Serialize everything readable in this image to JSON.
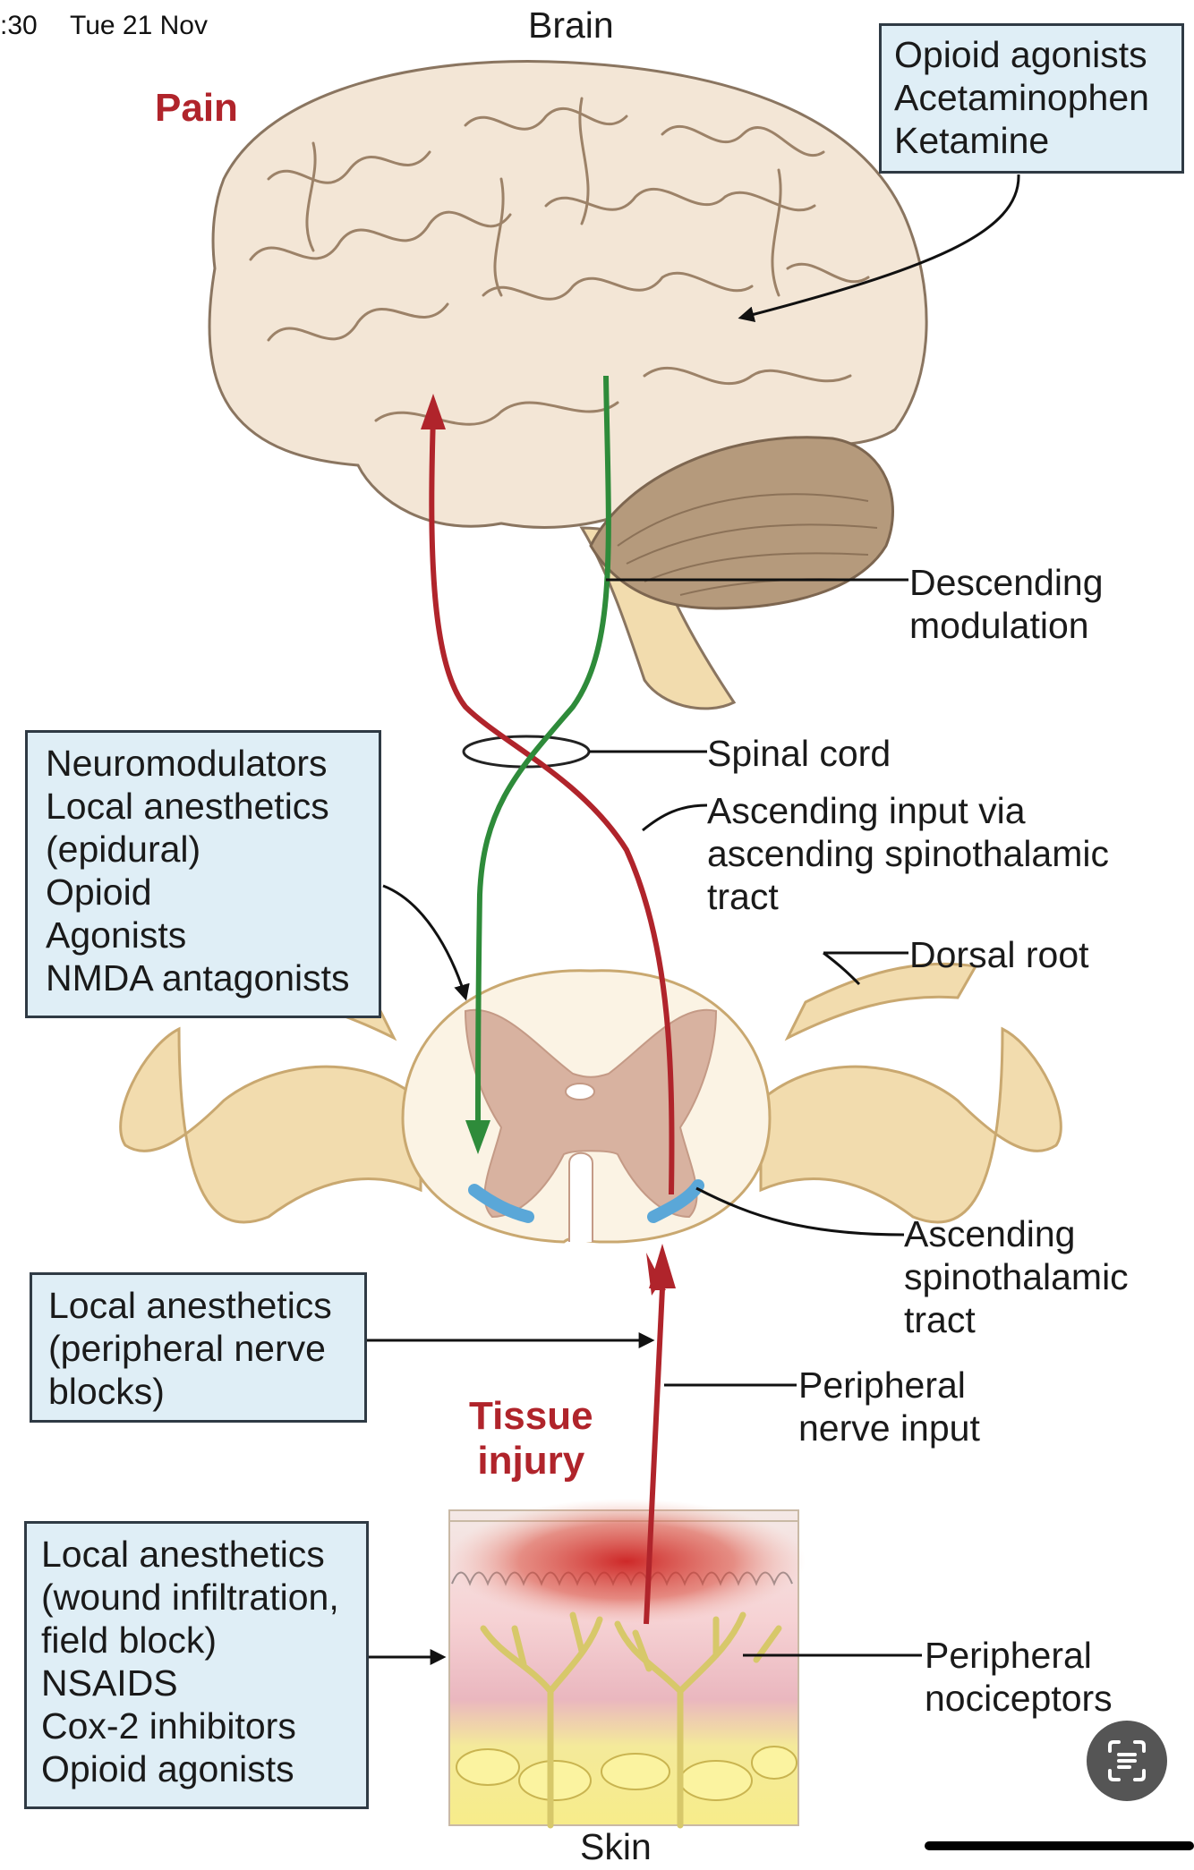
{
  "status_bar": {
    "time": ":30",
    "date": "Tue 21 Nov"
  },
  "labels": {
    "brain": "Brain",
    "pain": "Pain",
    "descending_modulation": [
      "Descending",
      "modulation"
    ],
    "spinal_cord": "Spinal cord",
    "ascending_input": [
      "Ascending input via",
      "ascending spinothalamic",
      "tract"
    ],
    "dorsal_root": "Dorsal root",
    "ascending_tract": [
      "Ascending",
      "spinothalamic",
      "tract"
    ],
    "peripheral_nerve_input": [
      "Peripheral",
      "nerve input"
    ],
    "tissue_injury": [
      "Tissue",
      "injury"
    ],
    "peripheral_nociceptors": [
      "Peripheral",
      "nociceptors"
    ],
    "skin": "Skin"
  },
  "drug_boxes": {
    "brain": [
      "Opioid agonists",
      "Acetaminophen",
      "Ketamine"
    ],
    "spinal": [
      "Neuromodulators",
      "Local anesthetics",
      "(epidural)",
      "Opioid",
      "Agonists",
      "NMDA antagonists"
    ],
    "peripheral_nerve": [
      "Local anesthetics",
      "(peripheral nerve",
      "blocks)"
    ],
    "skin": [
      "Local anesthetics",
      "(wound infiltration,",
      "field block)",
      "NSAIDS",
      "Cox-2 inhibitors",
      "Opioid agonists"
    ]
  },
  "colors": {
    "ascending_pathway": "#b0242b",
    "descending_pathway": "#2e8b3a",
    "box_fill": "#dfeef6",
    "brain_fill": "#f3e6d6",
    "cerebellum_fill": "#b59a7c",
    "nerve_fill": "#f2dcae",
    "grey_matter": "#d8b2a0",
    "heading_red": "#b0242b"
  },
  "icons": {
    "scan_button": "live-text-icon"
  }
}
